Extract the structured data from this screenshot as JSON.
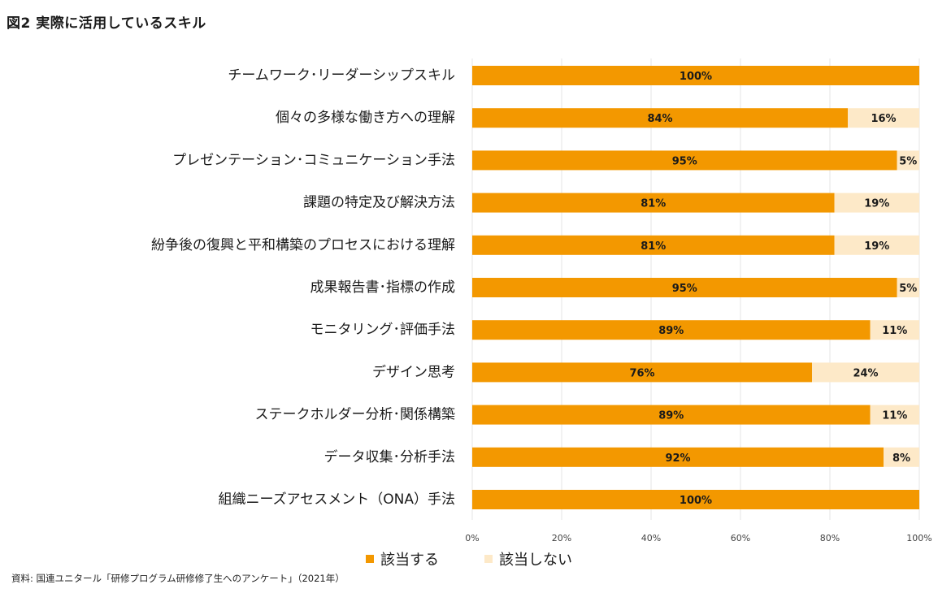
{
  "title": "図2 実際に活用しているスキル",
  "source": "資料: 国連ユニタール「研修プログラム研修修了生へのアンケート」（2021年）",
  "chart_data": {
    "type": "bar",
    "orientation": "horizontal",
    "stacked": true,
    "categories": [
      "チームワーク･リーダーシップスキル",
      "個々の多様な働き方への理解",
      "プレゼンテーション･コミュニケーション手法",
      "課題の特定及び解決方法",
      "紛争後の復興と平和構築のプロセスにおける理解",
      "成果報告書･指標の作成",
      "モニタリング･評価手法",
      "デザイン思考",
      "ステークホルダー分析･関係構築",
      "データ収集･分析手法",
      "組織ニーズアセスメント（ONA）手法"
    ],
    "series": [
      {
        "name": "該当する",
        "color": "#f39800",
        "values": [
          100,
          84,
          95,
          81,
          81,
          95,
          89,
          76,
          89,
          92,
          100
        ],
        "labels": [
          "100%",
          "84%",
          "95%",
          "81%",
          "81%",
          "95%",
          "89%",
          "76%",
          "89%",
          "92%",
          "100%"
        ]
      },
      {
        "name": "該当しない",
        "color": "#fde9c8",
        "values": [
          0,
          16,
          5,
          19,
          19,
          5,
          11,
          24,
          11,
          8,
          0
        ],
        "labels": [
          "",
          "16%",
          "5%",
          "19%",
          "19%",
          "5%",
          "11%",
          "24%",
          "11%",
          "8%",
          ""
        ]
      }
    ],
    "x_ticks": [
      "0%",
      "20%",
      "40%",
      "60%",
      "80%",
      "100%"
    ],
    "xlim": [
      0,
      100
    ],
    "grid": true,
    "legend_position": "bottom-center"
  }
}
